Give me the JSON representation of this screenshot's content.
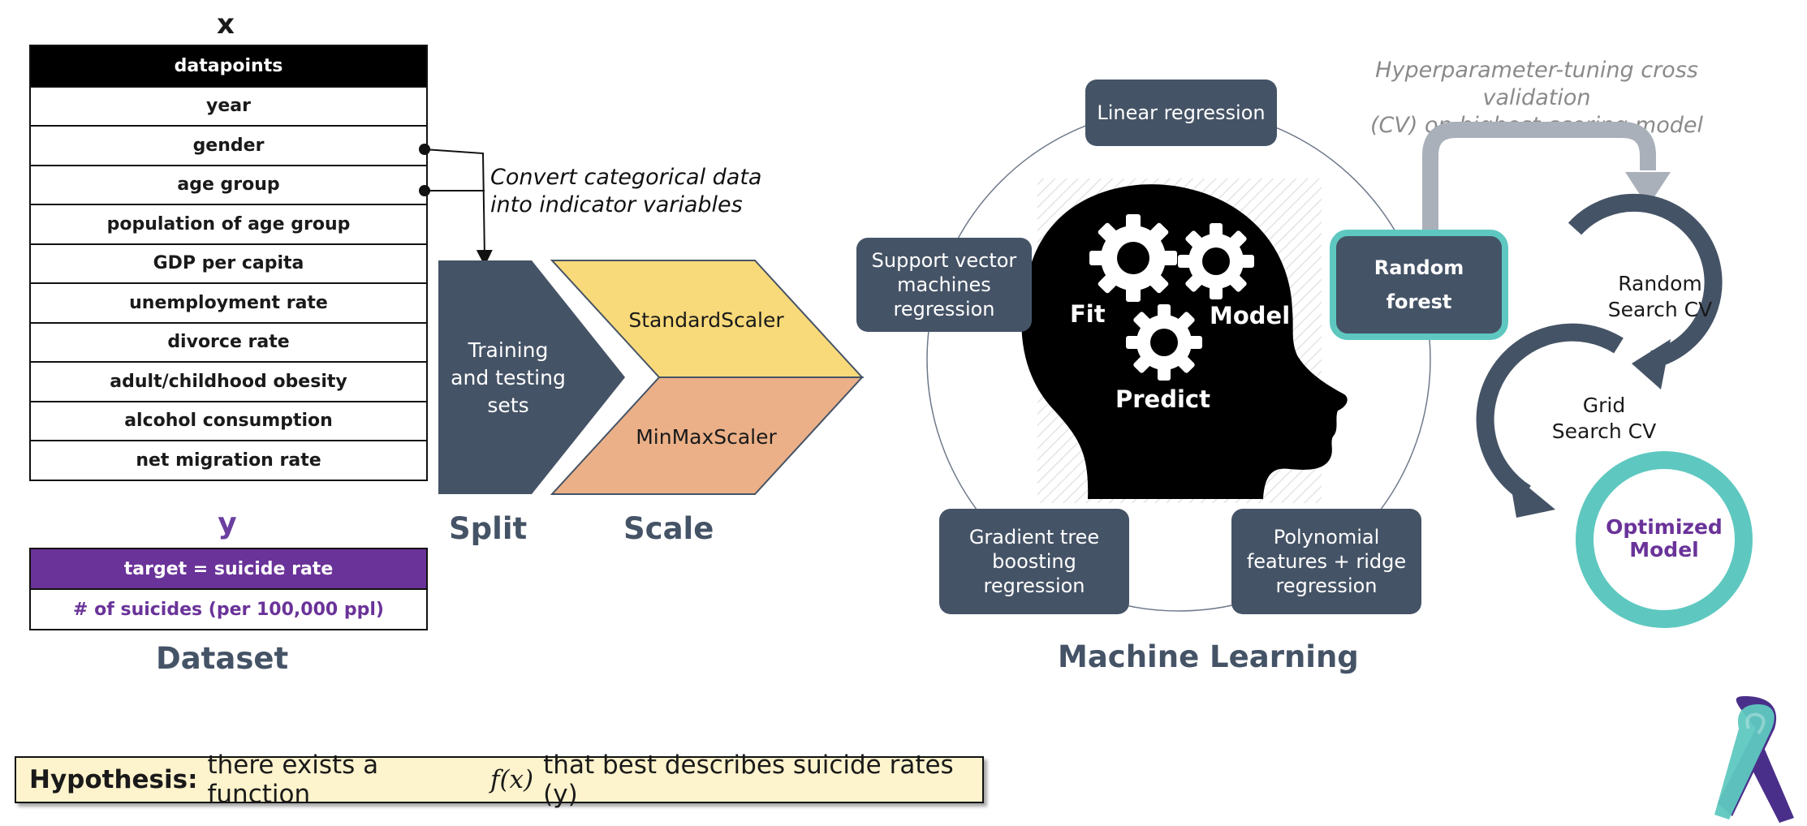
{
  "dataset": {
    "x_label": "x",
    "rows": [
      "datapoints",
      "year",
      "gender",
      "age group",
      "population of age group",
      "GDP per capita",
      "unemployment rate",
      "divorce rate",
      "adult/childhood obesity",
      "alcohol consumption",
      "net migration rate"
    ],
    "y_label": "y",
    "target": "target  = suicide rate",
    "target_unit": "# of suicides (per 100,000 ppl)",
    "title": "Dataset"
  },
  "convert_note": [
    "Convert categorical data",
    "into indicator variables"
  ],
  "split": {
    "box_lines": [
      "Training",
      "and testing",
      "sets"
    ],
    "title": "Split"
  },
  "scale": {
    "standard": "StandardScaler",
    "minmax": "MinMaxScaler",
    "title": "Scale"
  },
  "ml": {
    "title": "Machine Learning",
    "models": {
      "linear": "Linear regression",
      "svm": [
        "Support vector",
        "machines",
        "regression"
      ],
      "random_forest": [
        "Random",
        "forest"
      ],
      "gradient": [
        "Gradient tree",
        "boosting",
        "regression"
      ],
      "polynomial": [
        "Polynomial",
        "features + ridge",
        "regression"
      ]
    },
    "head_words": {
      "fit": "Fit",
      "model": "Model",
      "predict": "Predict"
    }
  },
  "cv": {
    "note": [
      "Hyperparameter-tuning cross validation",
      "(CV) on highest-scoring model"
    ],
    "random": [
      "Random",
      "Search CV"
    ],
    "grid": [
      "Grid",
      "Search CV"
    ],
    "optimized": [
      "Optimized",
      "Model"
    ]
  },
  "hypothesis": {
    "label": "Hypothesis:",
    "pre": "there exists a function",
    "fx": "f(x)",
    "post": "that best describes suicide rates (y)"
  },
  "colors": {
    "slate": "#455366",
    "teal": "#5ec8c0",
    "purple": "#6a3399",
    "yellow": "#f8da7a",
    "orange": "#ebb088",
    "gray_arrow": "#a9b0ba"
  }
}
